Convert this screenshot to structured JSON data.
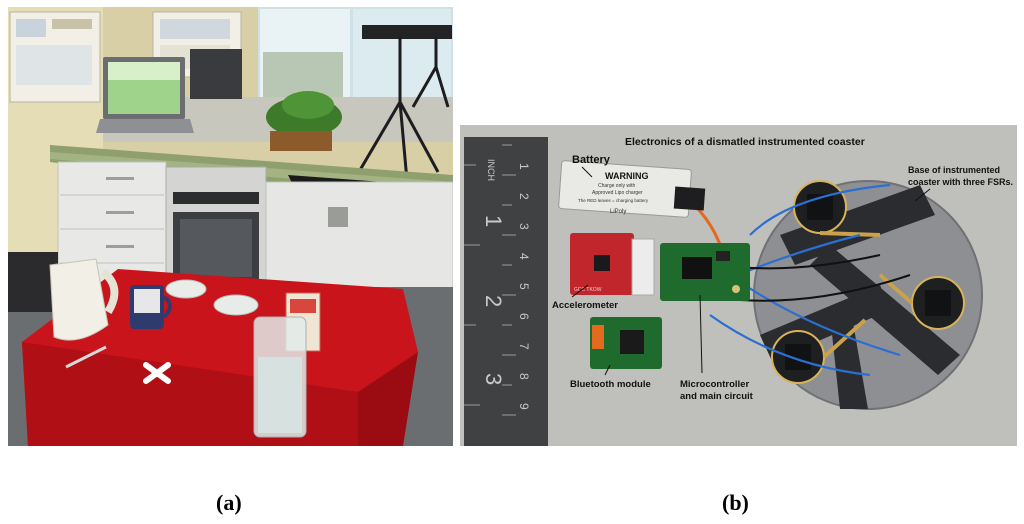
{
  "figure": {
    "panel_a": {
      "caption": "(a)",
      "scene": "kitchen-with-red-table"
    },
    "panel_b": {
      "caption": "(b)",
      "title": "Electronics of a dismatled instrumented coaster",
      "labels": {
        "battery": "Battery",
        "accelerometer": "Accelerometer",
        "bluetooth": "Bluetooth module",
        "micro_line1": "Microcontroller",
        "micro_line2": "and main circuit",
        "base_line1": "Base of instrumented",
        "base_line2": "coaster with three FSRs."
      },
      "battery_print": {
        "warning": "WARNING",
        "line2": "Charge only with",
        "line3": "Approved Lipo charger",
        "line4": "The RED leaves = charging battery",
        "brand": "LiPoly"
      },
      "ruler": {
        "unit": "INCH",
        "inch_marks": [
          "1",
          "2",
          "3"
        ],
        "cm_marks": [
          "1",
          "2",
          "3",
          "4",
          "5",
          "6",
          "7",
          "8",
          "9"
        ]
      },
      "accelerometer_print": "GCC TKOW"
    }
  },
  "colors": {
    "table_red": "#c8141a",
    "pcb_green": "#1f6b2e",
    "accel_red": "#c0262b",
    "wire_blue": "#2a6fd1",
    "wire_orange": "#e36a1e",
    "coaster_gray": "#8d8f93",
    "ruler_dark": "#3f4143"
  }
}
